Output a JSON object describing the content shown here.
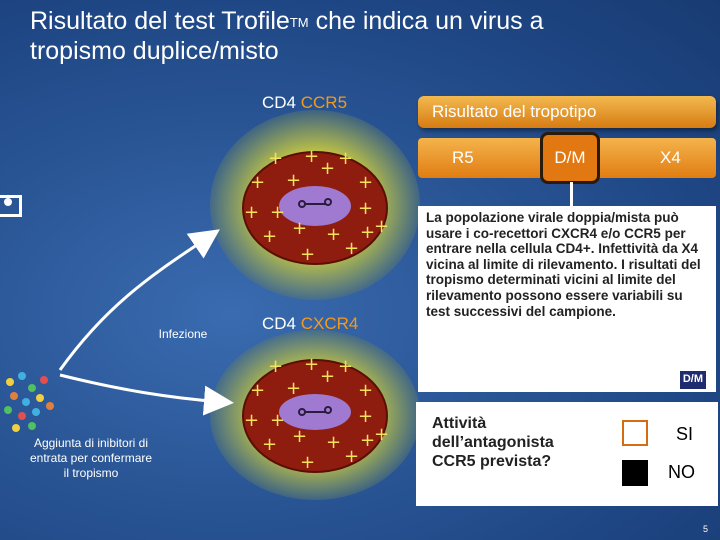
{
  "title": {
    "line1": "Risultato del test Trofile",
    "tm": "TM",
    "line1_rest": " che indica un virus a",
    "line2": "tropismo duplice/misto"
  },
  "cells": {
    "top": {
      "prefix": "CD4 ",
      "receptor": "CCR5"
    },
    "bottom": {
      "prefix": "CD4 ",
      "receptor": "CXCR4"
    }
  },
  "labels": {
    "infection": "Infezione",
    "inhibitors": "Aggiunta di inibitori di entrata per confermare il tropismo"
  },
  "tropotype": {
    "header": "Risultato del tropotipo",
    "options": [
      "R5",
      "D/M",
      "X4"
    ],
    "selected": "D/M"
  },
  "info": {
    "text": "La popolazione virale doppia/mista può usare i co-recettori CXCR4 e/o CCR5 per entrare nella cellula CD4+. Infettività da X4 vicina al limite di rilevamento. I risultati del tropismo determinati vicini al limite del rilevamento possono essere variabili su test successivi del campione.",
    "tag": "D/M"
  },
  "antagonist": {
    "question": "Attività dell’antagonista CCR5 prevista?",
    "yes": "SI",
    "no": "NO",
    "selected": "NO"
  },
  "page": "5",
  "colors": {
    "accent": "#f29a1e",
    "header_orange": "#e07d12",
    "cell_red": "#8a1a0e",
    "virus_purple": "#a07ad0"
  }
}
